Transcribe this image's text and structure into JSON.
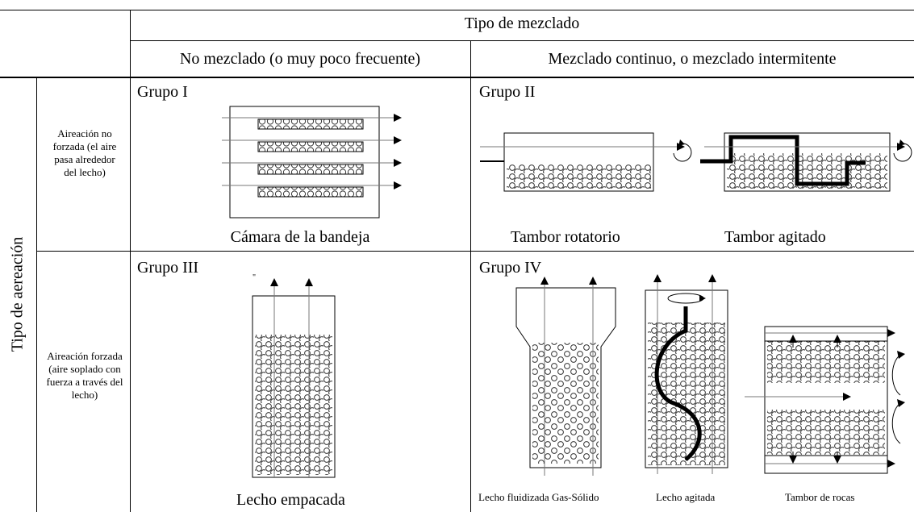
{
  "header": {
    "mixing_type": "Tipo de mezclado",
    "no_mixing": "No mezclado (o muy poco frecuente)",
    "continuous_mixing": "Mezclado continuo, o mezclado intermitente",
    "aeration_type": "Tipo de aereación"
  },
  "rows": {
    "natural_aeration": "Aireación no forzada (el aire pasa alrededor del lecho)",
    "forced_aeration": "Aireación forzada (aire soplado con fuerza a través del lecho)"
  },
  "groups": {
    "g1": {
      "title": "Grupo I",
      "caption": "Cámara de la bandeja"
    },
    "g2": {
      "title": "Grupo II",
      "caption_a": "Tambor rotatorio",
      "caption_b": "Tambor agitado"
    },
    "g3": {
      "title": "Grupo III",
      "caption": "Lecho empacada"
    },
    "g4": {
      "title": "Grupo IV",
      "caption_a": "Lecho fluidizada Gas-Sólido",
      "caption_b": "Lecho agitada",
      "caption_c": "Tambor de rocas"
    }
  }
}
